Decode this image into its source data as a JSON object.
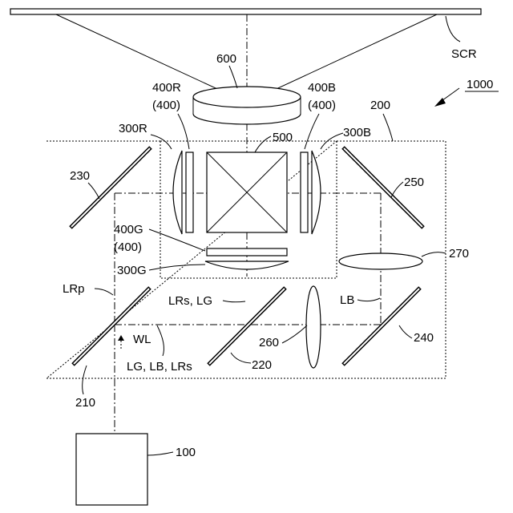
{
  "labels": {
    "scr": "SCR",
    "system": "1000",
    "lens600": "600",
    "valve_r": "400R",
    "valve_r_sub": "(400)",
    "valve_b": "400B",
    "valve_b_sub": "(400)",
    "unit200": "200",
    "lens_r": "300R",
    "prism": "500",
    "lens_b": "300B",
    "mirror230": "230",
    "mirror250": "250",
    "valve_g": "400G",
    "valve_g_sub": "(400)",
    "lens_g": "300G",
    "lens270": "270",
    "lrp": "LRp",
    "lrs_lg": "LRs, LG",
    "lb": "LB",
    "wl": "WL",
    "mirror240": "240",
    "lens260": "260",
    "lg_lb_lrs": "LG, LB, LRs",
    "mirror220": "220",
    "mirror210": "210",
    "source": "100"
  }
}
